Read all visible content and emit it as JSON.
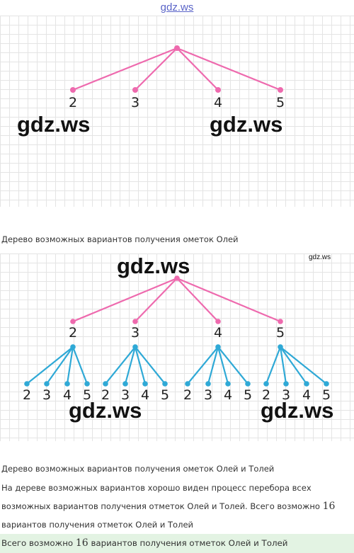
{
  "header": {
    "site": "gdz.ws"
  },
  "diagram1": {
    "labels": [
      "2",
      "3",
      "4",
      "5"
    ],
    "watermarks": [
      "gdz.ws",
      "gdz.ws"
    ],
    "caption": "Дерево возможных вариантов получения ометок Олей"
  },
  "diagram2": {
    "first_level": [
      "2",
      "3",
      "4",
      "5"
    ],
    "second_level": [
      "2",
      "3",
      "4",
      "5",
      "2",
      "3",
      "4",
      "5",
      "2",
      "3",
      "4",
      "5",
      "2",
      "3",
      "4",
      "5"
    ],
    "watermarks": [
      "gdz.ws",
      "gdz.ws",
      "gdz.ws"
    ],
    "small_watermark": "gdz.ws",
    "caption": "Дерево возможных вариантов получения ометок Олей и Толей"
  },
  "text": {
    "line1": "На дереве возможных вариантов хорошо виден процесс перебора всех",
    "line2_a": "возможных вариантов получения отметок Олей и Толей. Всего возможно ",
    "line2_num": "16",
    "line3": "вариантов получения отметок Олей и Толей",
    "answer_a": "Всего возможно ",
    "answer_num": "16",
    "answer_b": " вариантов получения отметок Олей и Толей"
  },
  "colors": {
    "pink": "#ee6aae",
    "blue": "#2fa9d6",
    "grid": "#e4e4e4",
    "answer_bg": "#e3f3e3"
  }
}
